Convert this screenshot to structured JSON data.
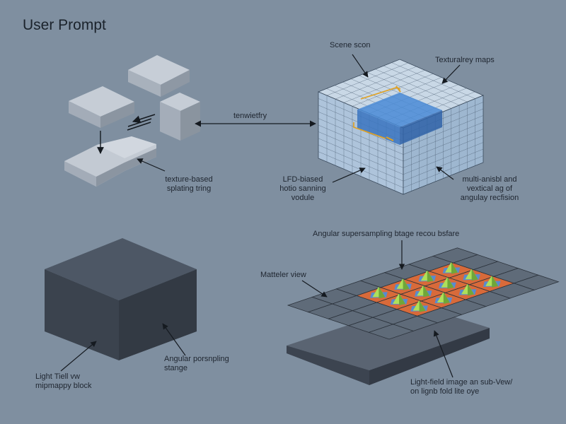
{
  "title": "User Prompt",
  "colors": {
    "background": "#7f8fa0",
    "grid_accent": "#3f7fd6",
    "marker_orange": "#e0a020",
    "pyramid_green": "#aee05a",
    "cell_orange": "#d86a3a",
    "cell_blue": "#4a8fe0"
  },
  "labels": {
    "scene_scan": "Scene scon",
    "texture_maps": "Texturalrey maps",
    "temetry": "tenwietfry",
    "texture_splat": [
      "texture-based",
      "splating tring"
    ],
    "lfd_module": [
      "LFD-biased",
      "hotio sanning",
      "vodule"
    ],
    "multi_angle": [
      "multi-anisbl and",
      "vextical ag of",
      "angulay recfision"
    ],
    "supersampling_header": "Angular supersampling btage recou bsfare",
    "matelier_view": "Matteler view",
    "light_field_block": [
      "Light Tiell vw",
      "mipmappy block"
    ],
    "angular_stage": [
      "Angular porsnpling",
      "stange"
    ],
    "light_field_image": [
      "Light-field image an sub-Vew/",
      "on lignb fold lite oye"
    ]
  }
}
